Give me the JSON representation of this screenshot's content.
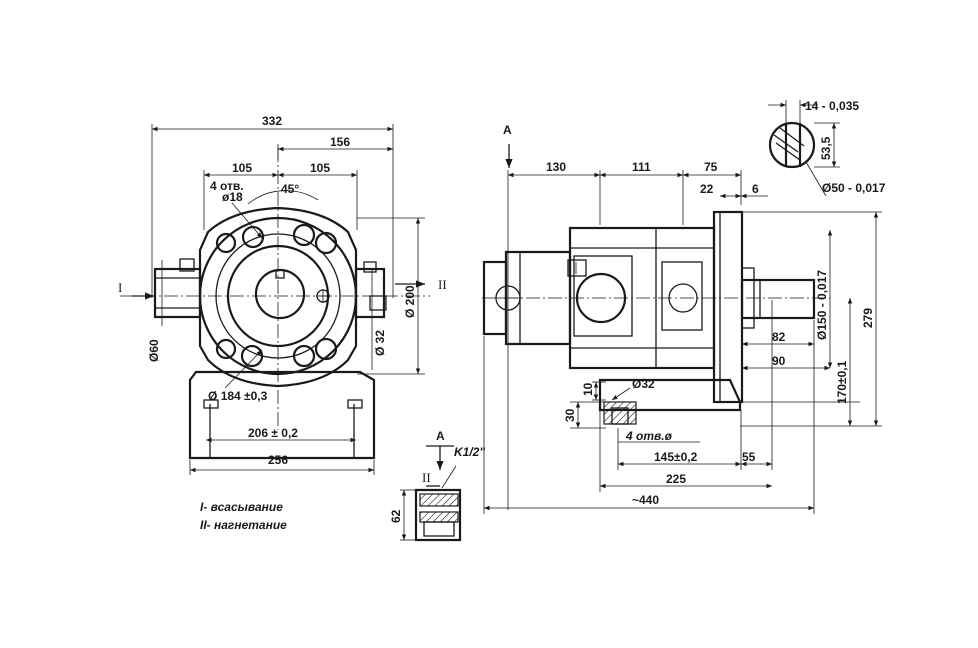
{
  "front_view": {
    "dims": {
      "overall_width": "332",
      "half_width": "156",
      "bolt_left": "105",
      "bolt_right": "105",
      "holes_count": "4 отв.",
      "holes_dia": "ø18",
      "angle": "45°",
      "flange_dia": "200",
      "shaft_dia": "32",
      "port_dia": "60",
      "bolt_circle": "184 ±0,3",
      "base_holes": "206 ± 0,2",
      "base_width": "256"
    },
    "labels": {
      "inlet": "I",
      "outlet": "II"
    },
    "phi": "Ø"
  },
  "side_view": {
    "view_mark": "A",
    "dims": {
      "len_130": "130",
      "len_111": "111",
      "len_75": "75",
      "len_22": "22",
      "len_6": "6",
      "height_279": "279",
      "flange_dia": "150 - 0,017",
      "center_height": "170±0,1",
      "shaft_82": "82",
      "shaft_90": "90",
      "port_dia": "32",
      "dim_10": "10",
      "dim_30": "30",
      "base_holes": "4 отв.ø",
      "spacing_145": "145±0,2",
      "dim_55": "55",
      "dim_225": "225",
      "total_length": "~440"
    }
  },
  "key_section": {
    "key_width": "14 - 0,035",
    "key_depth": "53,5",
    "shaft_dia": "50 - 0,017"
  },
  "port_detail": {
    "view_mark": "A",
    "thread": "K1/2\"",
    "label": "II",
    "height": "62"
  },
  "legend": {
    "suction": "I- всасывание",
    "discharge": "II- нагнетание"
  }
}
